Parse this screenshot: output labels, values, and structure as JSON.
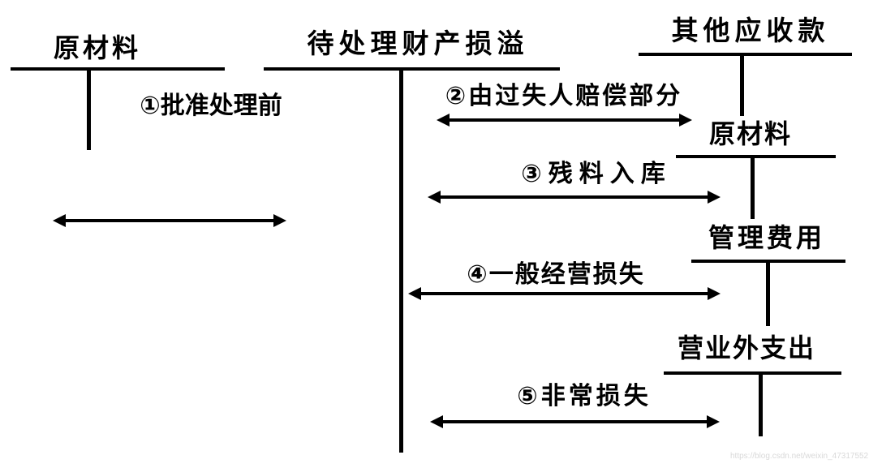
{
  "diagram": {
    "accounts": [
      {
        "key": "raw-materials-left",
        "title": "原材料"
      },
      {
        "key": "pending-property-loss",
        "title": "待处理财产损溢"
      },
      {
        "key": "other-receivables",
        "title": "其他应收款"
      },
      {
        "key": "raw-materials-right",
        "title": "原材料"
      },
      {
        "key": "admin-expense",
        "title": "管理费用"
      },
      {
        "key": "non-operating-expense",
        "title": "营业外支出"
      }
    ],
    "flows": [
      {
        "key": "before-approval",
        "label": "①批准处理前"
      },
      {
        "key": "fault-compensation",
        "label": "②由过失人赔偿部分"
      },
      {
        "key": "scrap-into-warehouse",
        "label": "③残料入库"
      },
      {
        "key": "general-operating-loss",
        "label": "④一般经营损失"
      },
      {
        "key": "extraordinary-loss",
        "label": "⑤非常损失"
      }
    ],
    "watermark": "https://blog.csdn.net/weixin_47317552",
    "colors": {
      "ink": "#000000",
      "background": "#ffffff",
      "watermark": "#d9d9d9"
    }
  }
}
